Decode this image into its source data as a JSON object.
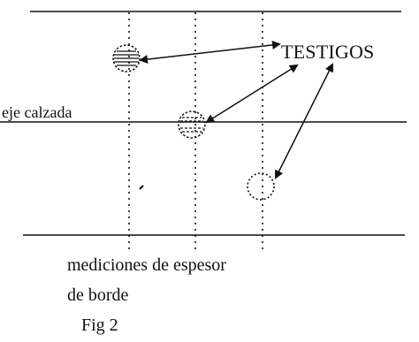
{
  "diagram": {
    "callout_label": "TESTIGOS",
    "centerline_label": "eje calzada",
    "caption_line1": "mediciones de espesor",
    "caption_line2": "de  borde",
    "figure_label": "Fig 2"
  },
  "colors": {
    "ink": "#111111",
    "background": "#ffffff"
  }
}
